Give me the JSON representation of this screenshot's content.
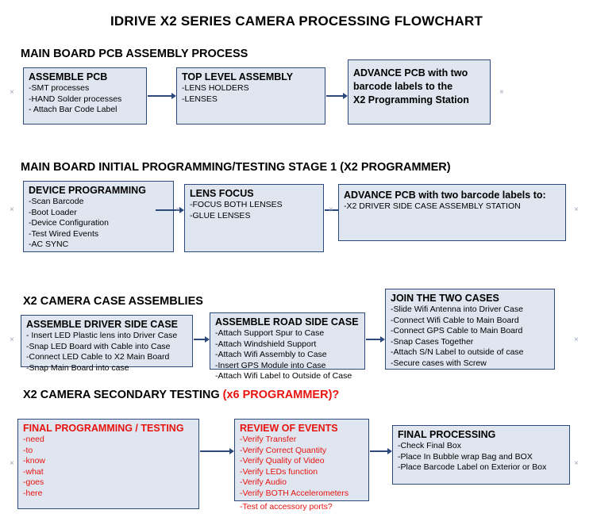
{
  "title": "IDRIVE X2  SERIES CAMERA PROCESSING FLOWCHART",
  "sections": [
    {
      "heading": "MAIN BOARD PCB ASSEMBLY PROCESS"
    },
    {
      "heading": "MAIN BOARD INITIAL PROGRAMMING/TESTING STAGE 1 (X2 PROGRAMMER)"
    },
    {
      "heading": "X2 CAMERA CASE ASSEMBLIES"
    },
    {
      "heading": "X2 CAMERA SECONDARY TESTING ",
      "heading_accent": "(x6 PROGRAMMER)?"
    }
  ],
  "boxes": [
    {
      "id": "assemble-pcb",
      "title": "ASSEMBLE PCB",
      "lines": [
        "-SMT processes",
        "-HAND Solder processes",
        "- Attach Bar Code Label"
      ]
    },
    {
      "id": "top-level-assembly",
      "title": "TOP LEVEL ASSEMBLY",
      "lines": [
        "-LENS HOLDERS",
        "-LENSES"
      ]
    },
    {
      "id": "advance-pcb-programming-station",
      "title": "ADVANCE PCB with two",
      "lines": [
        "barcode labels to the",
        "X2 Programming Station"
      ]
    },
    {
      "id": "device-programming",
      "title": "DEVICE PROGRAMMING",
      "lines": [
        "-Scan Barcode",
        "-Boot Loader",
        "-Device Configuration",
        "-Test Wired Events",
        "-AC SYNC"
      ]
    },
    {
      "id": "lens-focus",
      "title": "LENS FOCUS",
      "lines": [
        "-FOCUS BOTH LENSES",
        "-GLUE LENSES"
      ]
    },
    {
      "id": "advance-pcb-driver-side",
      "title": "ADVANCE PCB with two barcode labels to:",
      "lines": [
        "-X2 DRIVER  SIDE  CASE  ASSEMBLY STATION"
      ]
    },
    {
      "id": "assemble-driver-side-case",
      "title": "ASSEMBLE DRIVER SIDE CASE",
      "lines": [
        "- Insert LED Plastic lens into Driver Case",
        "-Snap LED Board with Cable into Case",
        "-Connect LED Cable to X2 Main Board",
        "-Snap Main Board into case"
      ]
    },
    {
      "id": "assemble-road-side-case",
      "title": "ASSEMBLE ROAD SIDE CASE",
      "lines": [
        "-Attach Support Spur to Case",
        "-Attach Windshield Support",
        "-Attach Wifi Assembly to Case",
        "-Insert GPS Module into Case",
        "-Attach Wifi Label to Outside of Case"
      ]
    },
    {
      "id": "join-the-two-cases",
      "title": "JOIN THE TWO CASES",
      "lines": [
        "-Slide Wifi Antenna into Driver Case",
        "-Connect Wifi Cable to Main Board",
        "-Connect GPS Cable to Main Board",
        "-Snap Cases Together",
        "-Attach S/N Label to outside of case",
        "-Secure cases with Screw"
      ]
    },
    {
      "id": "final-programming-testing",
      "title": "FINAL PROGRAMMING / TESTING",
      "lines": [
        "-need",
        "-to",
        "-know",
        "-what",
        "-goes",
        "-here"
      ]
    },
    {
      "id": "review-of-events",
      "title": "REVIEW OF EVENTS",
      "lines": [
        "-Verify Transfer",
        "-Verify Correct Quantity",
        "-Verify Quality of Video",
        "-Verify LEDs function",
        "-Verify Audio",
        "-Verify BOTH Accelerometers",
        "-Test of accessory ports?"
      ]
    },
    {
      "id": "final-processing",
      "title": "FINAL PROCESSING",
      "lines": [
        "-Check Final Box",
        "-Place In Bubble wrap Bag and BOX",
        "-Place Barcode Label on Exterior or Box"
      ]
    }
  ],
  "colors": {
    "box_border": "#2e4a7d",
    "box_fill": "#dfe6f0",
    "accent_red": "#e8130f",
    "tick": "#9aa7bb"
  }
}
